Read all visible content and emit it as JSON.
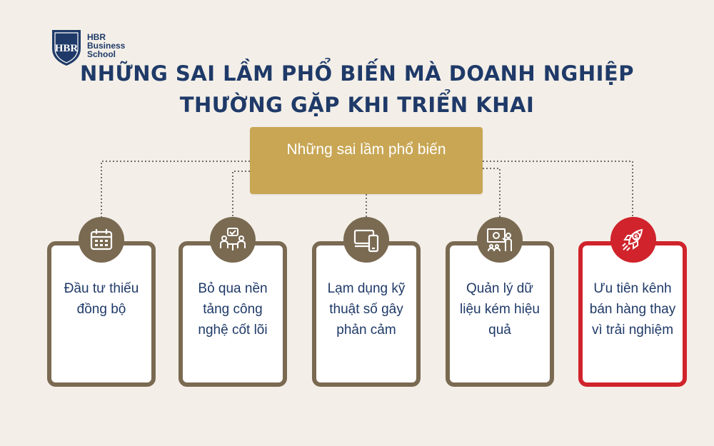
{
  "brand": {
    "line1": "HBR",
    "line2": "Business",
    "line3": "School",
    "monogram": "HBR"
  },
  "title": {
    "line1": "NHỮNG SAI LẦM PHỔ BIẾN MÀ DOANH NGHIỆP",
    "line2": "THƯỜNG GẶP KHI TRIỂN KHAI"
  },
  "root": {
    "label": "Những sai lầm phổ biến"
  },
  "items": [
    {
      "label": "Đầu tư thiếu đồng bộ",
      "icon": "calendar-icon"
    },
    {
      "label": "Bỏ qua nền tảng công nghệ cốt lõi",
      "icon": "team-meeting-icon"
    },
    {
      "label": "Lạm dụng kỹ thuật số gây phản cảm",
      "icon": "devices-icon"
    },
    {
      "label": "Quản lý dữ liệu kém hiệu quả",
      "icon": "presentation-icon"
    },
    {
      "label": "Ưu tiên kênh bán hàng thay vì trải nghiệm",
      "icon": "rocket-money-icon"
    }
  ],
  "colors": {
    "background": "#f3efe8",
    "navy": "#1f3a68",
    "gold": "#c8a654",
    "brown": "#7a6a52",
    "red": "#d0232b"
  }
}
